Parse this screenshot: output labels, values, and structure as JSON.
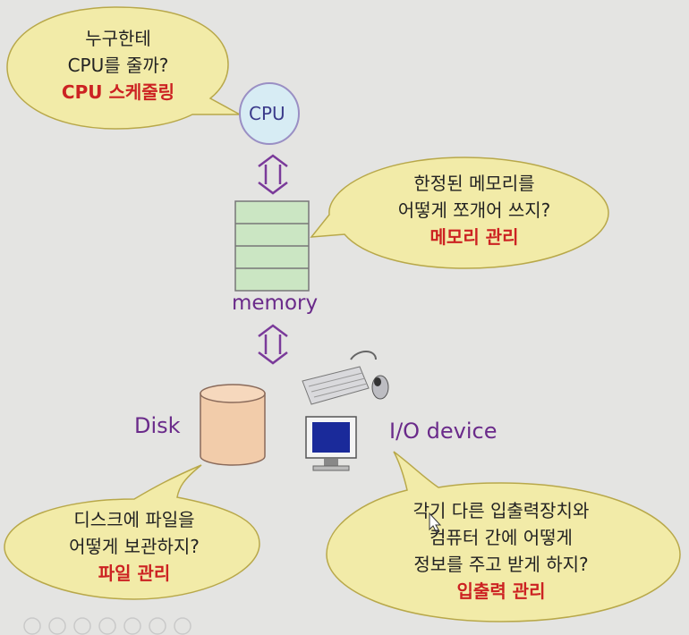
{
  "cpu_bubble": {
    "line1": "누구한테",
    "line2": "CPU를 줄까?",
    "title": "CPU 스케줄링"
  },
  "memory_bubble": {
    "line1": "한정된 메모리를",
    "line2": "어떻게 쪼개어 쓰지?",
    "title": "메모리 관리"
  },
  "disk_bubble": {
    "line1": "디스크에 파일을",
    "line2": "어떻게 보관하지?",
    "title": "파일 관리"
  },
  "io_bubble": {
    "line1": "각기 다른 입출력장치와",
    "line2": "컴퓨터 간에 어떻게",
    "line3": "정보를 주고 받게 하지?",
    "title": "입출력 관리"
  },
  "labels": {
    "cpu": "CPU",
    "memory": "memory",
    "disk": "Disk",
    "io": "I/O device"
  },
  "colors": {
    "bubble_fill": "#f2eba8",
    "bubble_stroke": "#b8a84a",
    "title_red": "#cc2222",
    "label_purple": "#6a2a8a",
    "cpu_fill": "#d7ecf4",
    "memory_fill": "#cbe6c3",
    "disk_fill": "#f2ccaa"
  },
  "icons": [
    "keyboard-icon",
    "mouse-icon",
    "monitor-icon",
    "double-arrow-icon"
  ]
}
